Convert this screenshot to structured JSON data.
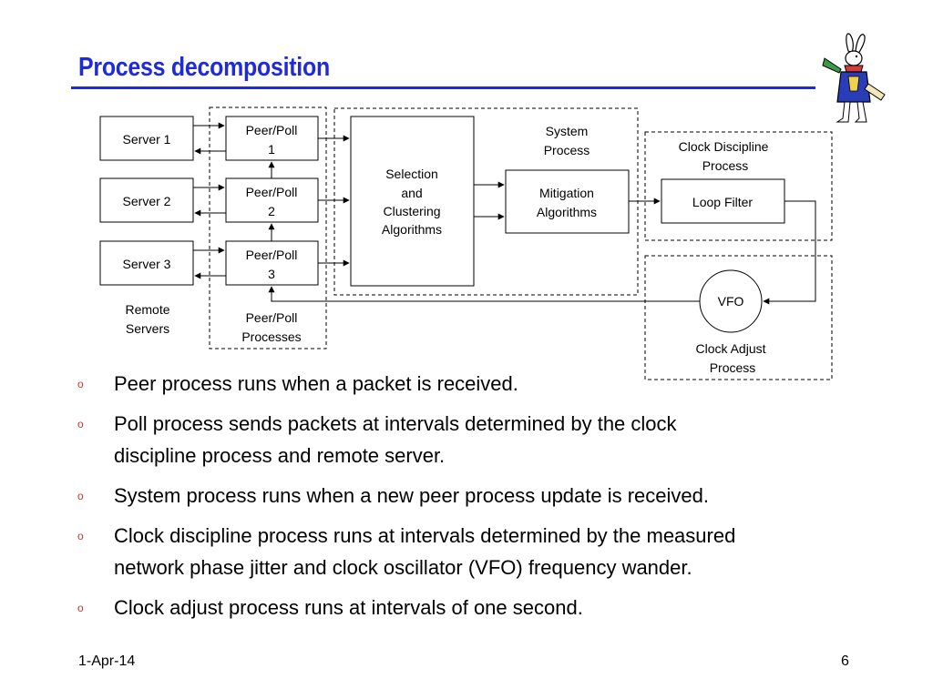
{
  "slide": {
    "title": "Process decomposition",
    "date": "1-Apr-14",
    "page_number": "6"
  },
  "diagram": {
    "servers": [
      "Server 1",
      "Server 2",
      "Server 3"
    ],
    "remote_servers_label": [
      "Remote",
      "Servers"
    ],
    "peer_polls": [
      [
        "Peer/Poll",
        "1"
      ],
      [
        "Peer/Poll",
        "2"
      ],
      [
        "Peer/Poll",
        "3"
      ]
    ],
    "peer_poll_processes_label": [
      "Peer/Poll",
      "Processes"
    ],
    "selection_box": [
      "Selection",
      "and",
      "Clustering",
      "Algorithms"
    ],
    "system_process_label": [
      "System",
      "Process"
    ],
    "mitigation_box": [
      "Mitigation",
      "Algorithms"
    ],
    "clock_discipline_label": [
      "Clock Discipline",
      "Process"
    ],
    "loop_filter": "Loop Filter",
    "vfo": "VFO",
    "clock_adjust_label": [
      "Clock Adjust",
      "Process"
    ]
  },
  "bullets": [
    [
      "Peer process runs when a packet is received."
    ],
    [
      "Poll process sends packets at intervals determined by the clock",
      "discipline process and remote server."
    ],
    [
      "System process runs when a new peer process update is received."
    ],
    [
      "Clock discipline process runs at intervals determined by the measured",
      "network phase jitter and clock oscillator (VFO) frequency wander."
    ],
    [
      "Clock adjust process runs at intervals of one second."
    ]
  ],
  "bullet_marker": "o",
  "colors": {
    "title": "#1f2bd6",
    "bullet_marker": "#c0392b"
  },
  "icons": {
    "logo": "white-rabbit-icon"
  }
}
